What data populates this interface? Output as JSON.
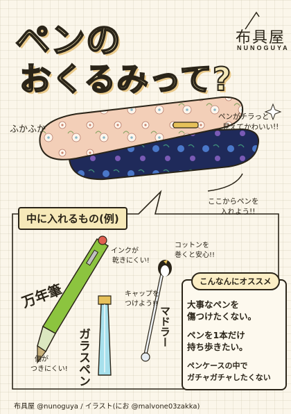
{
  "title": {
    "line1": "ペンの",
    "line2": "おくるみって?"
  },
  "brand": {
    "name_jp": "布具屋",
    "name_en": "NUNOGUYA"
  },
  "annotations": {
    "fluffy": "ふかふか",
    "pen_peek": [
      "ペンがチラっと",
      "見えてかわいい!!"
    ],
    "insert_here": [
      "ここからペンを",
      "入れよう!!"
    ],
    "ink_dry": [
      "インクが",
      "乾きにくい!"
    ],
    "wrap_cotton": [
      "コットンを",
      "巻くと安心!!"
    ],
    "cap_on": [
      "キャップを",
      "つけよう!!"
    ],
    "fountain_pen": "万年筆",
    "glass_pen": "ガラスペン",
    "muddler": "マドラー",
    "fragile": [
      "傷が",
      "つきにくい!"
    ]
  },
  "contents_banner": "中に入れるもの(例)",
  "recommend": {
    "title": "こんなんにオススメ",
    "items": [
      [
        "大事なペンを",
        "傷つけたくない。"
      ],
      [
        "ペンを1本だけ",
        "持ち歩きたい。"
      ],
      [
        "ペンケースの中で",
        "ガチャガチャしたくない"
      ]
    ]
  },
  "footer": "布具屋 @nunoguya / イラスト(にお @malvone03zakka)",
  "colors": {
    "paper": "#fbf6ea",
    "ink": "#2a2418",
    "pink_fabric": "#f3cfb8",
    "navy_fabric": "#1f2a5a",
    "green_pen": "#8cc43f"
  }
}
